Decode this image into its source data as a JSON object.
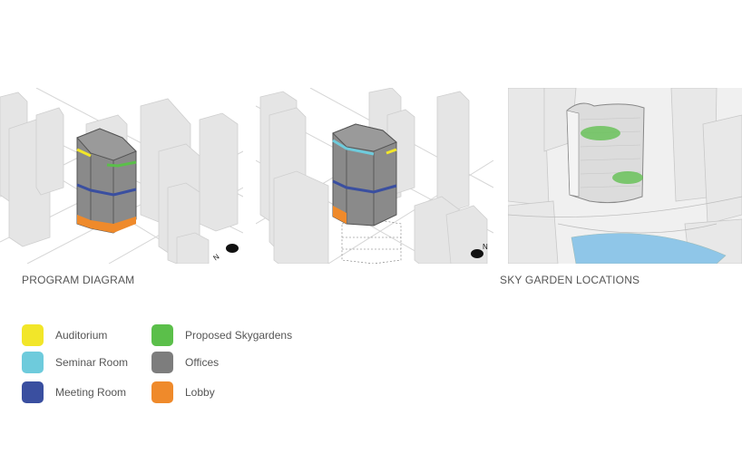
{
  "captions": {
    "program": "PROGRAM DIAGRAM",
    "sky": "SKY GARDEN LOCATIONS"
  },
  "legend": [
    {
      "label": "Auditorium",
      "color": "#f2e629",
      "icon": "auditorium-swatch"
    },
    {
      "label": "Seminar Room",
      "color": "#6ecbdc",
      "icon": "seminar-room-swatch"
    },
    {
      "label": "Meeting Room",
      "color": "#3a4fa0",
      "icon": "meeting-room-swatch"
    },
    {
      "label": "Proposed Skygardens",
      "color": "#5bbf4a",
      "icon": "skygarden-swatch"
    },
    {
      "label": "Offices",
      "color": "#7d7d7d",
      "icon": "offices-swatch"
    },
    {
      "label": "Lobby",
      "color": "#ef8a2b",
      "icon": "lobby-swatch"
    }
  ],
  "colors": {
    "tower": "#8a8a8a",
    "context_building": "#e4e4e4",
    "street_line": "#d0d0d0",
    "water": "#8fc6e8"
  }
}
